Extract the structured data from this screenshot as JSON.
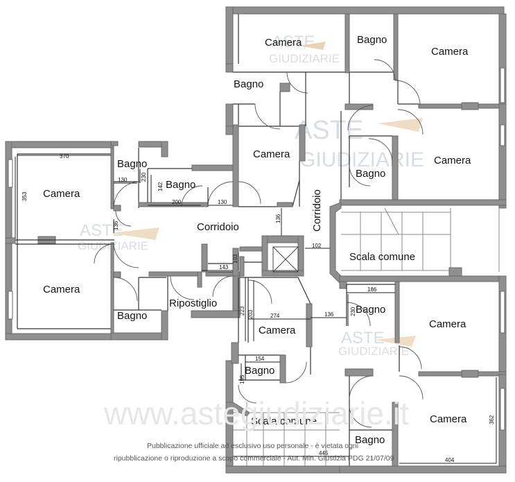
{
  "watermark": {
    "aste": "ASTE",
    "giudiziarie": "GIUDIZIARIE",
    "url": "www.astegiudiziarie.it"
  },
  "rooms": {
    "camera": "Camera",
    "bagno": "Bagno",
    "corridoio": "Corridoio",
    "ripostiglio": "Ripostiglio",
    "scala_comune": "Scala comune"
  },
  "dimensions": {
    "d370": "370",
    "d353": "353",
    "d130a": "130",
    "d230": "230",
    "d142": "142",
    "d200": "200",
    "d130b": "130",
    "d136a": "136",
    "d136b": "136",
    "d102": "102",
    "d143": "143",
    "d103": "103",
    "d223": "223",
    "d203": "203",
    "d274": "274",
    "d136c": "136",
    "d186": "186",
    "d230b": "230",
    "d154": "154",
    "d195": "195",
    "d445": "445",
    "d404": "404",
    "d362": "362"
  },
  "footer": {
    "line1": "Pubblicazione ufficiale ad esclusivo uso personale - è vietata ogni",
    "line2": "ripubblicazione o riproduzione a scopo commerciale - Aut. Min. Giustizia PDG 21/07/09"
  }
}
